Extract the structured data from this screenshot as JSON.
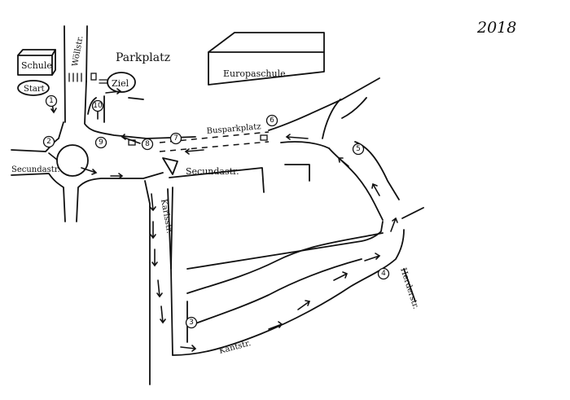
{
  "year": "2018",
  "labels": {
    "schule": "Schule",
    "start": "Start",
    "ziel": "Ziel",
    "parkplatz": "Parkplatz",
    "europaschule": "Europaschule",
    "busparkplatz": "Busparkplatz",
    "secundastr_left": "Secundastr.",
    "secundastr_right": "Secundastr.",
    "woellstr": "Wöllstr.",
    "karlstr": "Karlsstr.",
    "kantstr": "Kantstr.",
    "herderstr": "Herderstr."
  },
  "stations": [
    "1",
    "2",
    "3",
    "4",
    "5",
    "6",
    "7",
    "8",
    "9",
    "10"
  ]
}
